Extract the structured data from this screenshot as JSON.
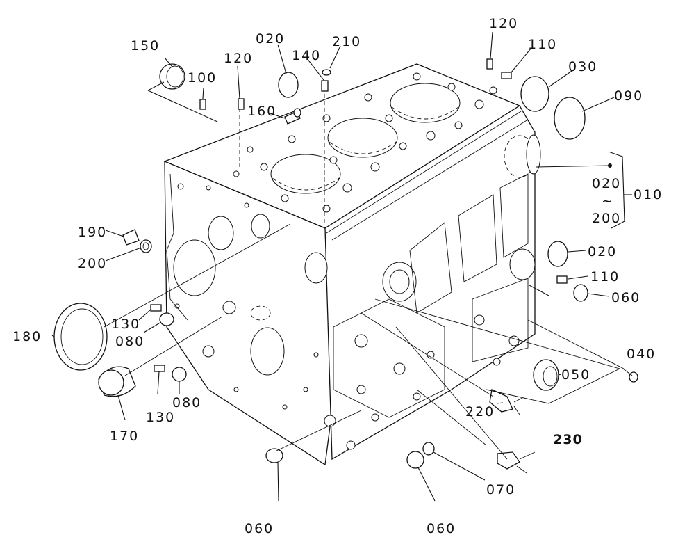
{
  "labels": {
    "p150": "150",
    "p100": "100",
    "p120a": "120",
    "p020a": "020",
    "p140": "140",
    "p210": "210",
    "p160": "160",
    "p120b": "120",
    "p110a": "110",
    "p030": "030",
    "p090": "090",
    "p020b": "020",
    "tilde": "~",
    "p200b": "200",
    "p010": "010",
    "p190": "190",
    "p200a": "200",
    "p020c": "020",
    "p110b": "110",
    "p060a": "060",
    "p180": "180",
    "p130a": "130",
    "p080a": "080",
    "p040": "040",
    "p050": "050",
    "p130b": "130",
    "p080b": "080",
    "p220": "220",
    "p170": "170",
    "p230": "230",
    "p060b": "060",
    "p070": "070",
    "p060c": "060"
  }
}
